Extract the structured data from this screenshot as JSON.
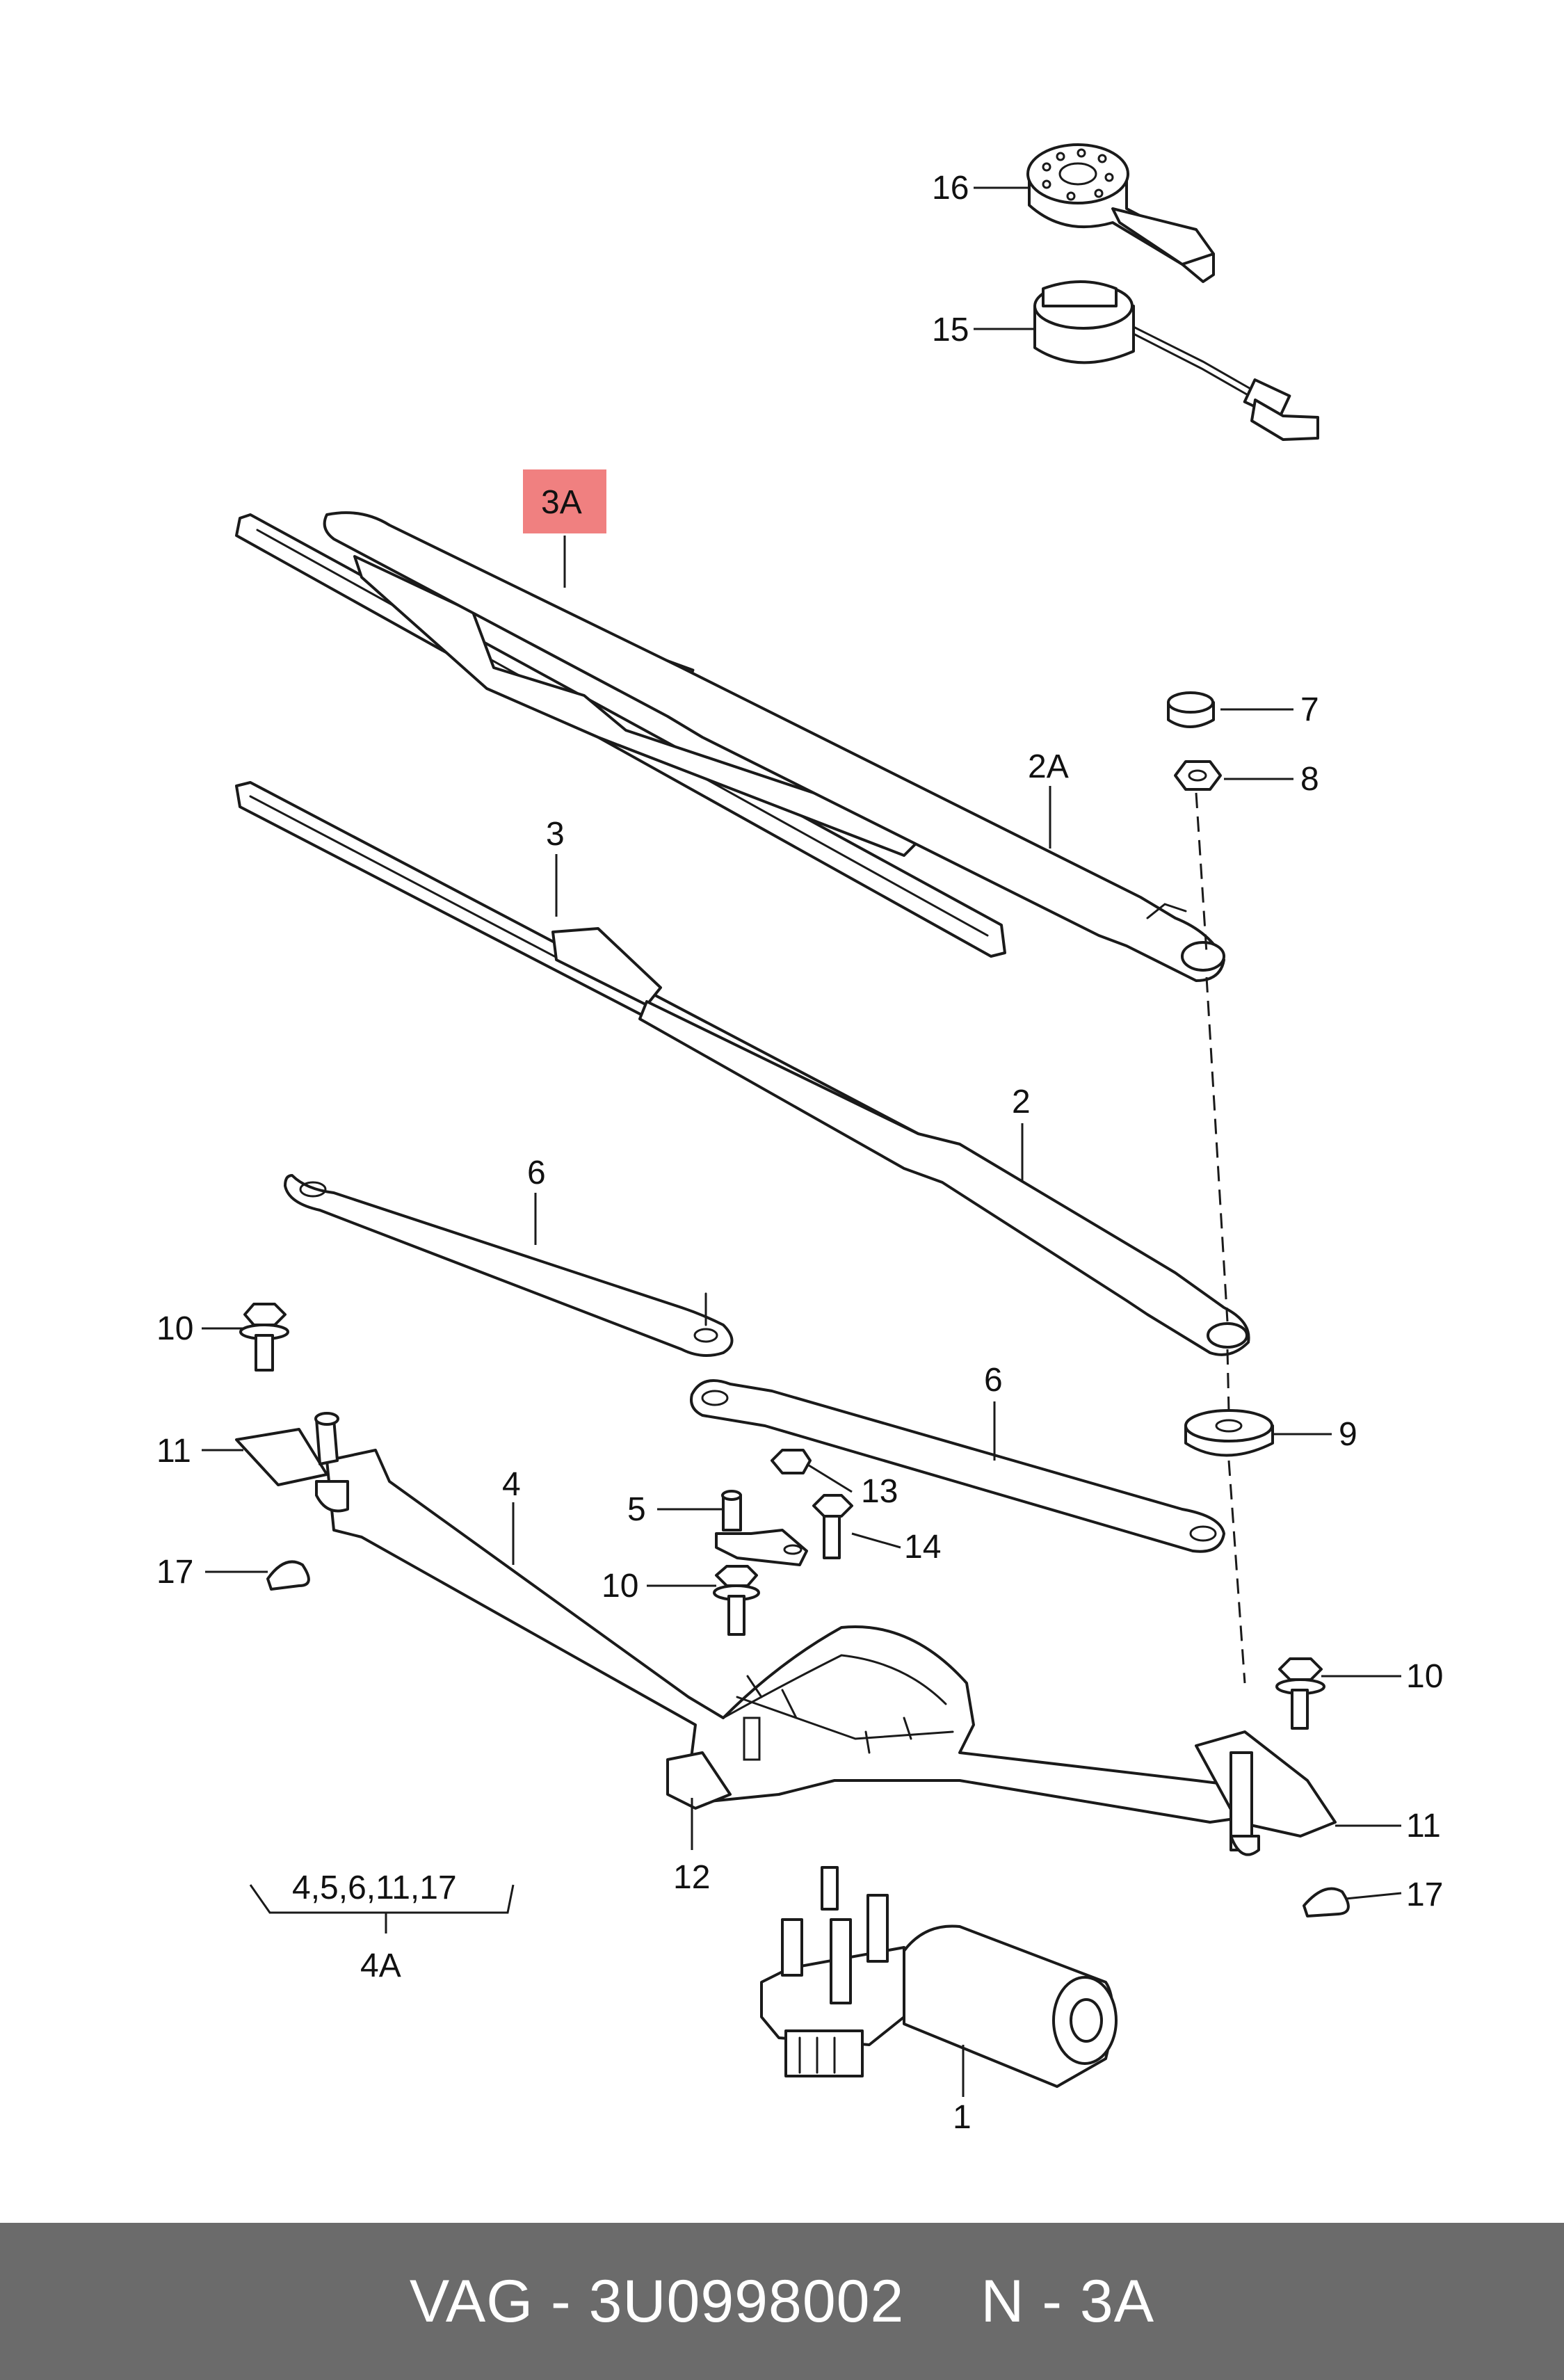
{
  "highlight_color": "#f08080",
  "footer_bg": "#6b6b6b",
  "callouts": {
    "c1": "1",
    "c2": "2",
    "c2a": "2A",
    "c3": "3",
    "c3a": "3A",
    "c4": "4",
    "c5": "5",
    "c6a": "6",
    "c6b": "6",
    "c7": "7",
    "c8": "8",
    "c9": "9",
    "c10a": "10",
    "c10b": "10",
    "c10c": "10",
    "c11a": "11",
    "c11b": "11",
    "c12": "12",
    "c13": "13",
    "c14": "14",
    "c15": "15",
    "c16": "16",
    "c17a": "17",
    "c17b": "17",
    "group_members": "4,5,6,11,17",
    "group_label": "4A"
  },
  "footer": {
    "brand_part": "VAG - 3U0998002",
    "position": "N - 3A"
  }
}
